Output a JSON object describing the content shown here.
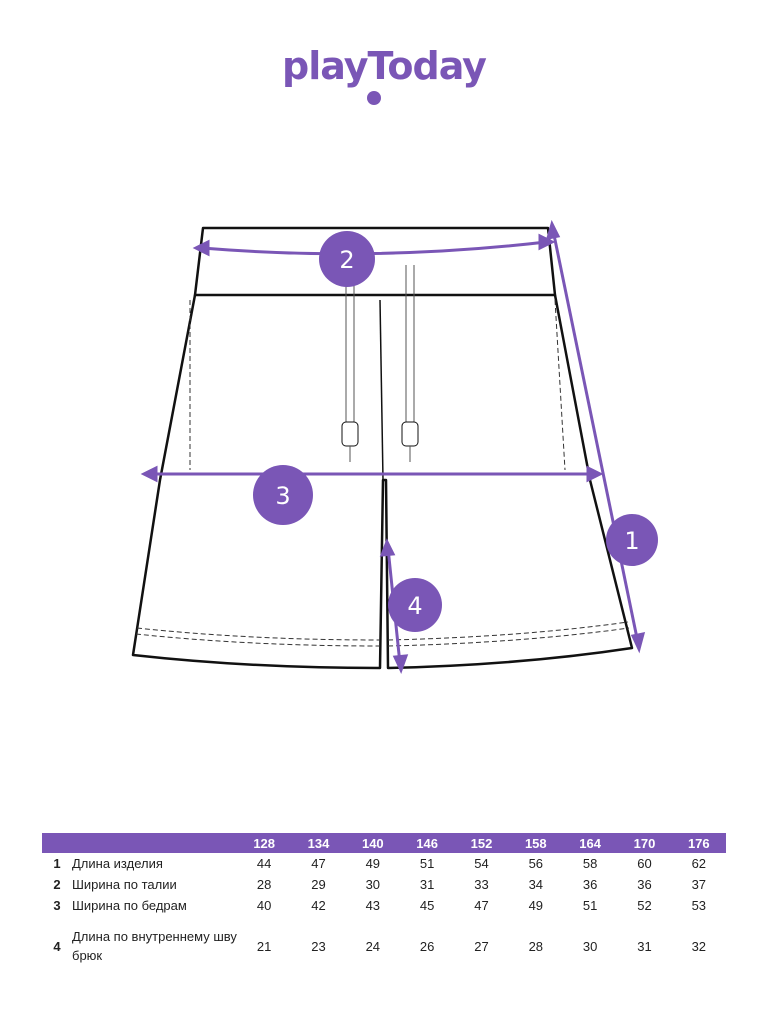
{
  "brand": {
    "name": "playToday",
    "color": "#7a56b6"
  },
  "markers": [
    "1",
    "2",
    "3",
    "4"
  ],
  "table": {
    "sizes": [
      "128",
      "134",
      "140",
      "146",
      "152",
      "158",
      "164",
      "170",
      "176"
    ],
    "rows": [
      {
        "num": "1",
        "label": "Длина изделия",
        "values": [
          "44",
          "47",
          "49",
          "51",
          "54",
          "56",
          "58",
          "60",
          "62"
        ]
      },
      {
        "num": "2",
        "label": "Ширина по талии",
        "values": [
          "28",
          "29",
          "30",
          "31",
          "33",
          "34",
          "36",
          "36",
          "37"
        ]
      },
      {
        "num": "3",
        "label": "Ширина по бедрам",
        "values": [
          "40",
          "42",
          "43",
          "45",
          "47",
          "49",
          "51",
          "52",
          "53"
        ]
      },
      {
        "num": "4",
        "label": "Длина по внутреннему шву брюк",
        "values": [
          "21",
          "23",
          "24",
          "26",
          "27",
          "28",
          "30",
          "31",
          "32"
        ]
      }
    ]
  }
}
